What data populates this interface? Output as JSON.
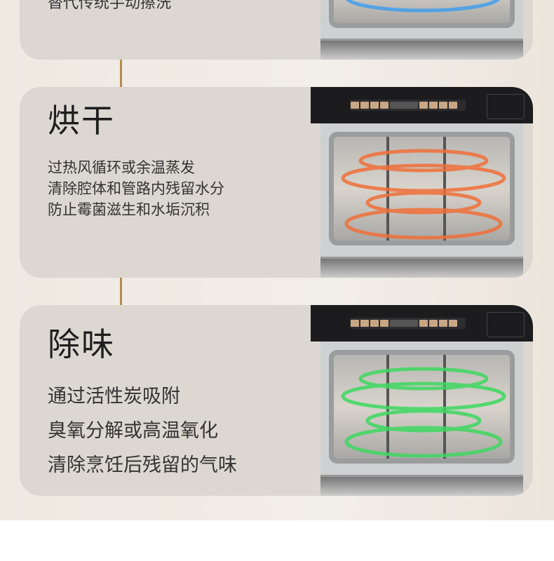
{
  "cards": [
    {
      "lines": [
        "替代传统手动擦洗"
      ]
    },
    {
      "title": "烘干",
      "lines": [
        "过热风循环或余温蒸发",
        "清除腔体和管路内残留水分",
        "防止霉菌滋生和水垢沉积"
      ],
      "ring_color": "#f0703a"
    },
    {
      "title": "除味",
      "lines": [
        "通过活性炭吸附",
        "臭氧分解或高温氧化",
        "清除烹饪后残留的气味"
      ],
      "ring_color": "#3ed860"
    }
  ],
  "colors": {
    "card": "#dcd8d1",
    "background": "#eee9e1",
    "top_ring": "#3a9cf0"
  }
}
